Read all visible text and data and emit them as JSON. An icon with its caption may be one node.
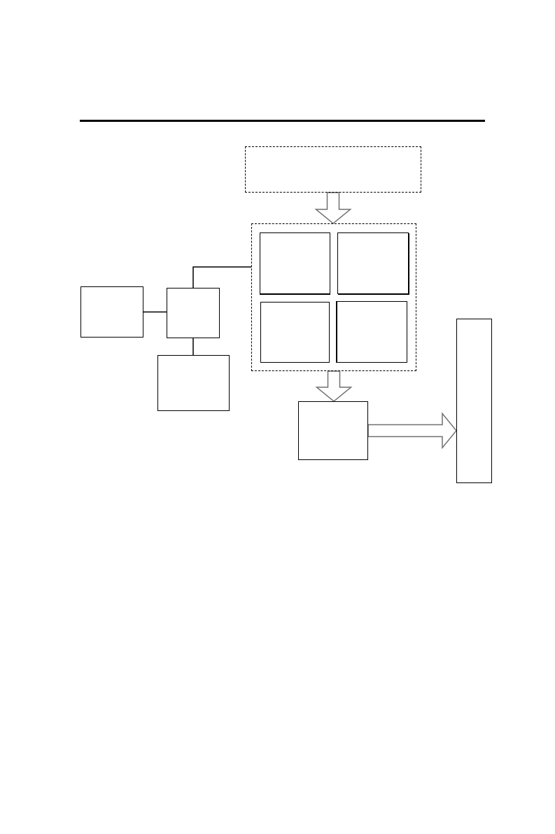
{
  "diagram": {
    "nodes": [
      {
        "text": [],
        "shape": "box"
      },
      {
        "text": [],
        "shape": "box"
      },
      {
        "text": [],
        "shape": "box",
        "in": 1
      },
      {
        "text": [],
        "shape": "box",
        "in": 1
      },
      {
        "text": [],
        "shape": "box",
        "in": 1
      },
      {
        "text": [],
        "shape": "box",
        "in": 1
      },
      {
        "text": [],
        "shape": "box"
      },
      {
        "text": [],
        "shape": "box"
      },
      {
        "text": [],
        "shape": "box"
      },
      {
        "text": [],
        "shape": "box"
      },
      {
        "text": [],
        "shape": "box"
      }
    ],
    "edges": [
      {
        "from": 0,
        "to": 1,
        "arrow": "to",
        "style": "thick"
      },
      {
        "from": 1,
        "to": 9,
        "arrow": "to",
        "style": "thick"
      },
      {
        "from": 9,
        "to": 10,
        "arrow": "to",
        "style": "thick"
      },
      {
        "from": 6,
        "to": 7,
        "arrow": "none"
      },
      {
        "from": 7,
        "to": 8,
        "arrow": "none"
      },
      {
        "from": 7,
        "to": 1,
        "arrow": "none"
      }
    ]
  }
}
